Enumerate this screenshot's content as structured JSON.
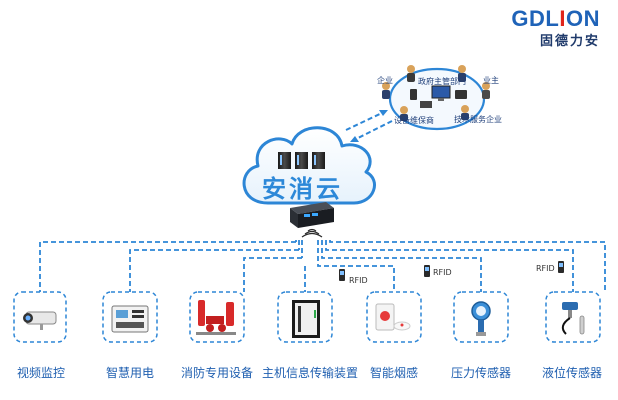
{
  "logo": {
    "brand_left": "GDL",
    "brand_bolt": "I",
    "brand_right": "ON",
    "cn": "固德力安"
  },
  "cloud": {
    "title": "安消云"
  },
  "network": {
    "gov": "政府主管部门",
    "enterprise": "企业",
    "owner": "业主",
    "maintenance": "设备维保商",
    "service": "技术服务企业"
  },
  "rfid": [
    "RFID",
    "RFID",
    "RFID"
  ],
  "devices": [
    {
      "label": "视频监控",
      "icon": "camera-icon"
    },
    {
      "label": "智慧用电",
      "icon": "power-meter-icon"
    },
    {
      "label": "消防专用设备",
      "icon": "fire-pump-icon"
    },
    {
      "label": "主机信息传输装置",
      "icon": "transmission-cabinet-icon"
    },
    {
      "label": "智能烟感",
      "icon": "smoke-detector-icon"
    },
    {
      "label": "压力传感器",
      "icon": "pressure-sensor-icon"
    },
    {
      "label": "液位传感器",
      "icon": "level-sensor-icon"
    }
  ],
  "colors": {
    "accent": "#2d86d6",
    "brand": "#1f63b8",
    "bolt": "#e0251b"
  }
}
